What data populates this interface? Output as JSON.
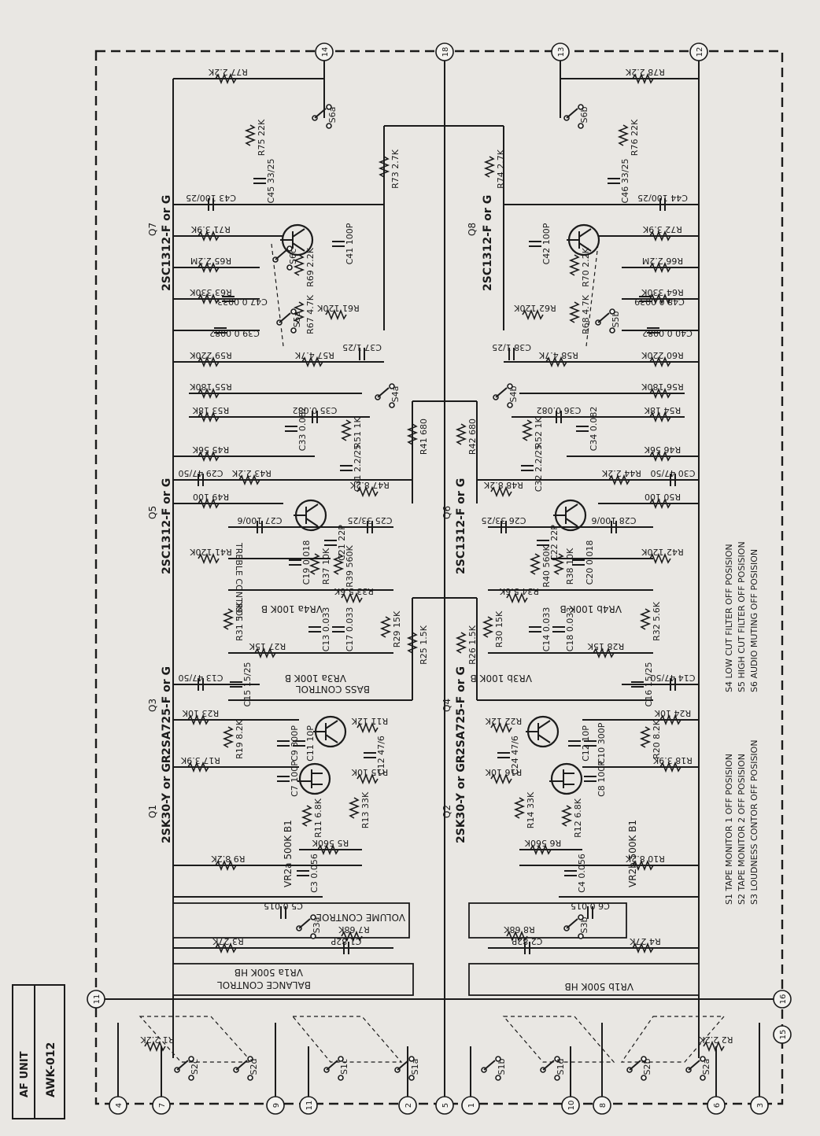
{
  "unit": {
    "title": "AF UNIT",
    "model": "AWK-012"
  },
  "terminals": [
    "14",
    "18",
    "13",
    "12",
    "11",
    "16",
    "15",
    "4",
    "7",
    "9",
    "11",
    "2",
    "5",
    "1",
    "10",
    "8",
    "6",
    "3"
  ],
  "transistors": {
    "q7": {
      "ref": "Q7",
      "part": "2SC1312-F or G"
    },
    "q8": {
      "ref": "Q8",
      "part": "2SC1312-F or G"
    },
    "q5": {
      "ref": "Q5",
      "part": "2SC1312-F or G"
    },
    "q6": {
      "ref": "Q6",
      "part": "2SC1312-F or G"
    },
    "q3": {
      "ref": "Q3",
      "part": "2SA725-F or G"
    },
    "q4": {
      "ref": "Q4",
      "part": "2SA725-F or G"
    },
    "q1": {
      "ref": "Q1",
      "part": "2SK30-Y or GR"
    },
    "q2": {
      "ref": "Q2",
      "part": "2SK30-Y or GR"
    }
  },
  "controls": {
    "balance": "BALANCE CONTROL",
    "vr1a": "VR1a 500K HB",
    "vr1b": "VR1b 500K HB",
    "volume": "VOLUME CONTROL",
    "vr2a": "VR2a 500K B1",
    "vr2b": "VR2b 500K B1",
    "bass": "BASS CONTROL",
    "vr3a": "VR3a 100K B",
    "vr3b": "VR3b 100K B",
    "treble": "TREBLE CONTROL",
    "vr4a": "VR4a 100K B",
    "vr4b": "VR4b 100K B"
  },
  "components_left": {
    "r77": "R77 2.2K",
    "r75": "R75 22K",
    "c45": "C45 33/25",
    "r73": "R73 2.7K",
    "c43": "C43 100/25",
    "r71": "R71 3.9K",
    "c41": "C41 100P",
    "r69": "R69 2.2K",
    "r65": "R65 2.2M",
    "c47": "C47 0.0033",
    "r63": "R63 330K",
    "c39": "C39 0.0082",
    "r61": "R61 120K",
    "r67": "R67 4.7K",
    "r59": "R59 220K",
    "r57": "R57 4.7K",
    "c37": "C37 1/25",
    "r55": "R55 180K",
    "r53": "R53 18K",
    "c35": "C35 0.082",
    "c33": "C33 0.082",
    "r51": "R51 1K",
    "c31": "C31 2.2/25",
    "r45": "R45 56K",
    "c29": "C29 47/50",
    "r43": "R43 2.2K",
    "r41": "R41 680",
    "r47": "R47 8.2K",
    "r49": "R49 100",
    "c25": "C25 33/25",
    "c27": "C27 100/6",
    "c21": "C21 22P",
    "r39": "R39 560K",
    "r37": "R37 10K",
    "r41b": "R41 120K",
    "c19": "C19 0.018",
    "r33": "R33 5.6K",
    "r31": "R31 5.6K",
    "c13": "C13 0.033",
    "c17": "C17 0.033",
    "r29": "R29 15K",
    "r27": "R27 15K",
    "r25": "R25 1.5K",
    "c15": "C15 15/25",
    "c13b": "C13 47/50",
    "r23": "R23 10K",
    "r19": "R19 8.2K",
    "c9": "C9 300P",
    "c11": "C11 10P",
    "r11": "R11 12K",
    "c7": "C7 100P",
    "r17": "R17 3.9K",
    "c12": "C12 47/6",
    "r15": "R15 10K",
    "r13": "R13 33K",
    "r11b": "R11 6.8K",
    "r9": "R9 8.2K",
    "r5": "R5 560K",
    "c3": "C3 0.056",
    "c5": "C5 0.015",
    "r3": "R3 27K",
    "r7": "R7 68K",
    "c1": "C1 82P",
    "r1": "R1 2.2K"
  },
  "components_right": {
    "r78": "R78 2.2K",
    "r76": "R76 22K",
    "c46": "C46 33/25",
    "r74": "R74 2.7K",
    "c44": "C44 100/25",
    "r72": "R72 3.9K",
    "c42": "C42 100P",
    "r70": "R70 2.2K",
    "r66": "R66 2.2M",
    "c48": "C48 0.0039",
    "r64": "R64 330K",
    "c40": "C40 0.0082",
    "r62": "R62 120K",
    "r68": "R68 4.7K",
    "r60": "R60 220K",
    "r58": "R58 4.7K",
    "c38": "C38 1/25",
    "r56": "R56 180K",
    "r54": "R54 18K",
    "c36": "C36 0.082",
    "c34": "C34 0.082",
    "r52": "R52 1K",
    "c32": "C32 2.2/25",
    "r46": "R46 56K",
    "c30": "C30 47/50",
    "r44": "R44 2.2K",
    "r42": "R42 680",
    "r48": "R48 8.2K",
    "r50": "R50 100",
    "c26": "C26 33/25",
    "c28": "C28 100/6",
    "c22": "C22 22P",
    "r40": "R40 560K",
    "r38": "R38 10K",
    "r42b": "R42 120K",
    "c20": "C20 0.018",
    "r34": "R34 5.6K",
    "r32": "R32 5.6K",
    "c18": "C18 0.033",
    "c14": "C14 0.033",
    "r30": "R30 15K",
    "r28": "R28 15K",
    "r26": "R26 1.5K",
    "c16": "C16 15/25",
    "c14b": "C14 47/50",
    "r24": "R24 10K",
    "r20": "R20 8.2K",
    "c10": "C10 300P",
    "c12b": "C12 10P",
    "r22": "R22 12K",
    "c8": "C8 100P",
    "r18": "R18 3.9K",
    "c24": "C24 47/6",
    "r16": "R16 10K",
    "r14": "R14 33K",
    "r12": "R12 6.8K",
    "r10": "R10 8.2K",
    "r6": "R6 560K",
    "c4": "C4 0.056",
    "c6": "C6 0.015",
    "r4": "R4 27K",
    "r8": "R8 68K",
    "c2": "C2 82P",
    "r2": "R2 2.2K"
  },
  "switches": [
    "S6a",
    "S6b",
    "S6c",
    "S5a",
    "S4a",
    "S4b",
    "S5b",
    "S3a",
    "S3b",
    "S2c",
    "S2d",
    "S1c",
    "S1a",
    "S1b",
    "S1d",
    "S2b",
    "S2a"
  ],
  "legend": [
    {
      "key": "S1",
      "text": "TAPE MONITOR 1 OFF POSISION"
    },
    {
      "key": "S2",
      "text": "TAPE MONITOR 2 OFF POSISION"
    },
    {
      "key": "S3",
      "text": "LOUDNESS CONTOR OFF POSISION"
    },
    {
      "key": "S4",
      "text": "LOW CUT FILTER OFF POSISION"
    },
    {
      "key": "S5",
      "text": "HIGH CUT FILTER OFF POSISION"
    },
    {
      "key": "S6",
      "text": "AUDIO MUTING OFF POSISION"
    }
  ]
}
